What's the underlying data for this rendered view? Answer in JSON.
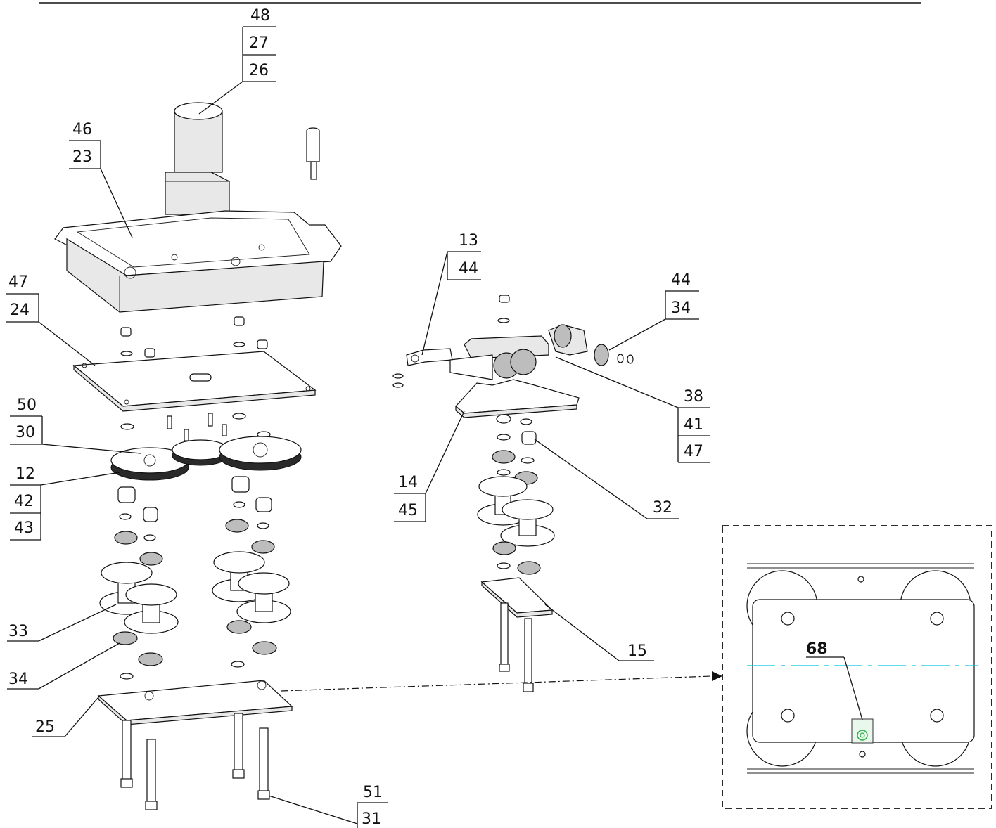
{
  "callouts": {
    "c48": "48",
    "c27": "27",
    "c26": "26",
    "c46": "46",
    "c23": "23",
    "c47": "47",
    "c24": "24",
    "c50": "50",
    "c30": "30",
    "c12": "12",
    "c42": "42",
    "c43": "43",
    "c33": "33",
    "c34": "34",
    "c25": "25",
    "c51": "51",
    "c31": "31",
    "c13": "13",
    "c44a": "44",
    "c44b": "44",
    "c34b": "34",
    "c38": "38",
    "c41": "41",
    "c47b": "47",
    "c14": "14",
    "c45": "45",
    "c32": "32",
    "c15": "15",
    "c68": "68"
  },
  "colors": {
    "line": "#111111",
    "inset_centerline": "#00c8e0",
    "sensor_green": "#2fb04a"
  }
}
